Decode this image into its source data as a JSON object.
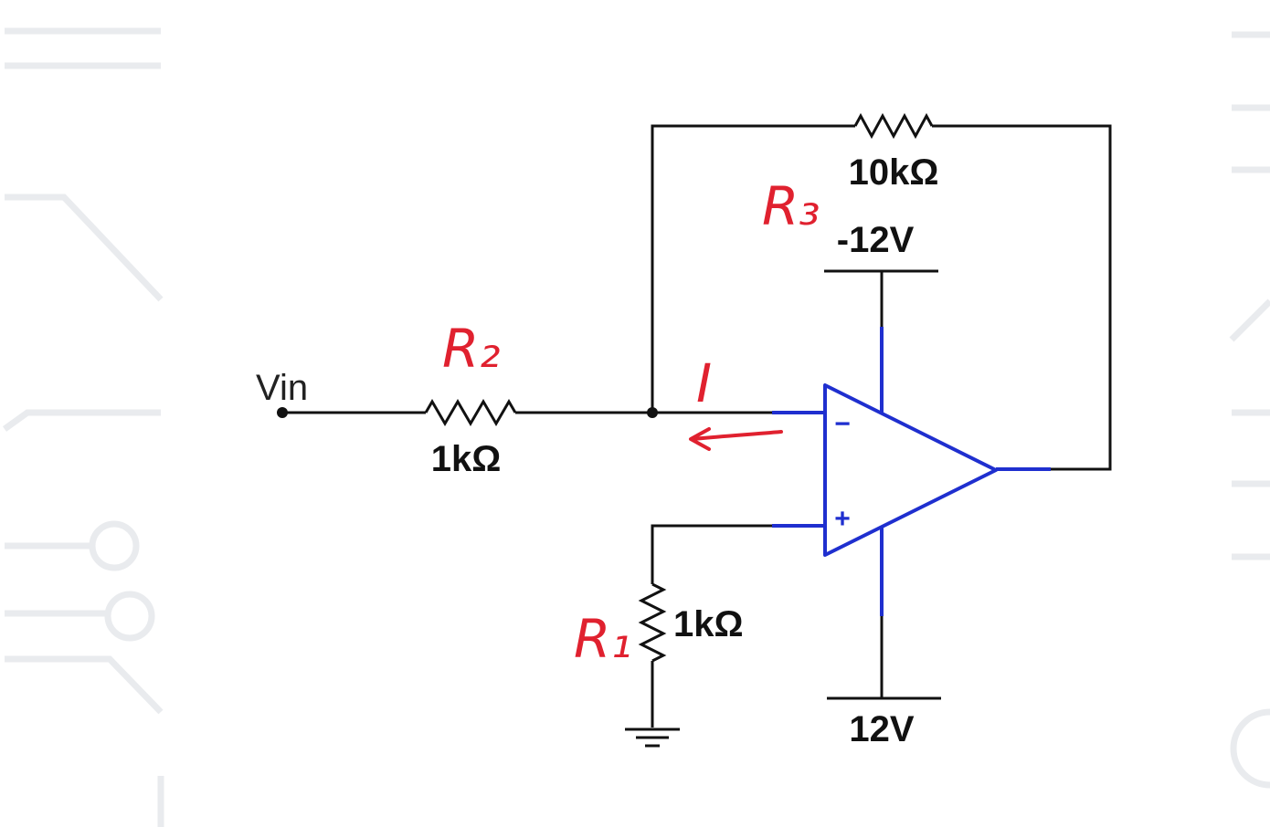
{
  "labels": {
    "vin": "Vin",
    "r2_value": "1kΩ",
    "r3_value": "10kΩ",
    "r1_value": "1kΩ",
    "neg_supply": "-12V",
    "pos_supply": "12V",
    "minus": "−",
    "plus": "+"
  },
  "annotations": {
    "r1": "R₁",
    "r2": "R₂",
    "r3": "R₃",
    "current": "I"
  },
  "colors": {
    "wire": "#111111",
    "opamp": "#1f2fcf",
    "annotation": "#e0212f",
    "background_pattern": "#e9ebee"
  }
}
